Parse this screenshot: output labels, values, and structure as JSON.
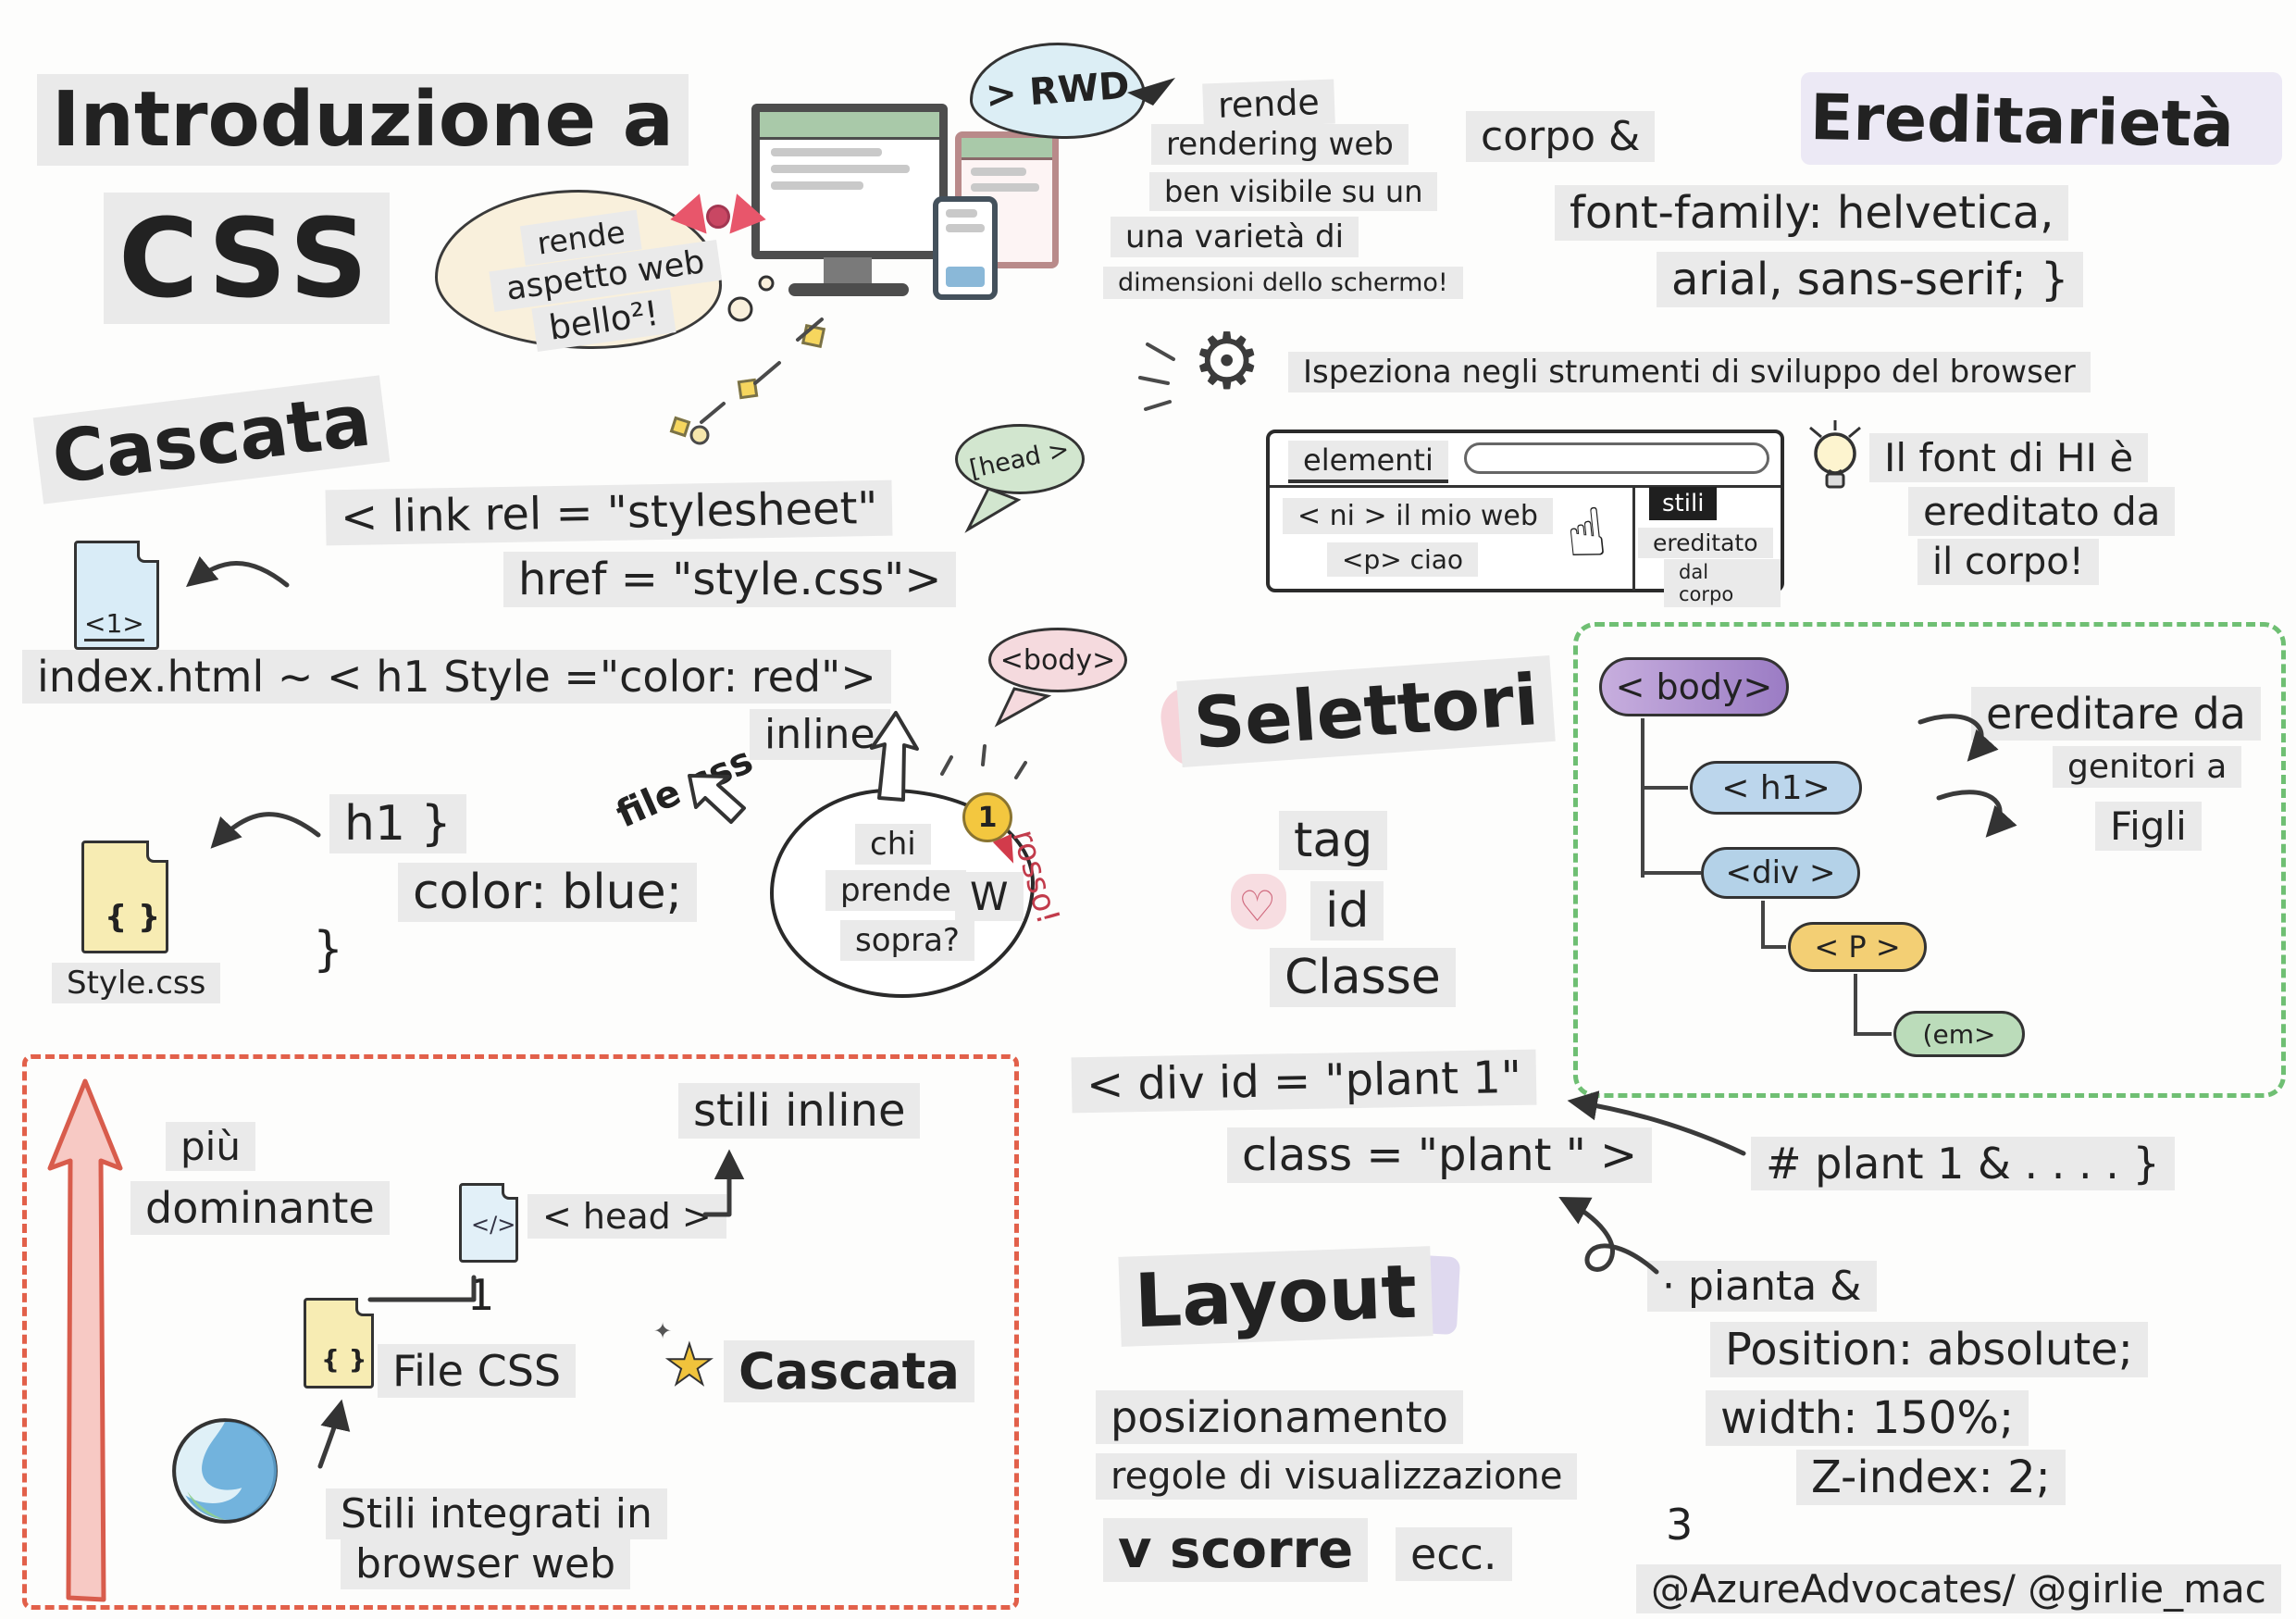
{
  "icons": {
    "gear": "⚙",
    "hand": "☝",
    "heart": "♡",
    "star": "★",
    "sparkle": "✦"
  },
  "header": {
    "title_line1": "Introduzione a",
    "title_line2": "CSS"
  },
  "appearance_cloud": {
    "lines": [
      "rende",
      "aspetto web",
      "bello²!"
    ]
  },
  "rwd": {
    "bubble": "> RWD",
    "lines": [
      "rende",
      "rendering web",
      "ben visibile su un",
      "una varietà di",
      "dimensioni dello schermo!"
    ]
  },
  "inheritance": {
    "title": "Ereditarietà",
    "corpo": "corpo &",
    "code1": "font-family: helvetica,",
    "code2": "arial, sans-serif; }",
    "inspect": "Ispeziona negli strumenti di sviluppo del browser",
    "devtools": {
      "tab_elements": "elementi",
      "code_line1": "< ni > il mio web",
      "code_line2": "<p> ciao",
      "tab_styles": "stili",
      "inherited_line1": "ereditato",
      "inherited_line2": "dal corpo"
    },
    "tip": [
      "Il font di HI è",
      "ereditato da",
      "il corpo!"
    ]
  },
  "cascade": {
    "title": "Cascata",
    "head_bubble": "[head >",
    "body_bubble": "<body>",
    "link_code1": "< link rel = \"stylesheet\"",
    "link_code2": "href = \"style.css\">",
    "html_doc_label": "<1>",
    "index_code": "index.html ~ < h1 Style =\"color: red\">",
    "inline_label": "inline",
    "filecss_label": "file css",
    "question": [
      "chi",
      "prende",
      "sopra?"
    ],
    "w": "W",
    "medal": "1",
    "rosso": "rosso!",
    "css_code1": "h1 }",
    "css_code2": "color: blue;",
    "css_code3": "}",
    "css_file_icon": "{ }",
    "css_file_name": "Style.css"
  },
  "selectors": {
    "title": "Selettori",
    "tag": "tag",
    "id": "id",
    "classe": "Classe",
    "div_code1": "< div id = \"plant 1\"",
    "div_code2": "class = \"plant \" >",
    "css_rule": "# plant 1 & . . . . }"
  },
  "tree": {
    "caption": [
      "ereditare da",
      "genitori a",
      "Figli"
    ],
    "nodes": [
      "< body>",
      "< h1>",
      "<div >",
      "< P >",
      "(em>"
    ]
  },
  "dominance": {
    "piu": "più",
    "dominante": "dominante",
    "stili_inline": "stili inline",
    "head_doc": "</>",
    "head_label": "< head >",
    "one": "1",
    "css_file_icon": "{ }",
    "file_css": "File CSS",
    "cascata": "Cascata",
    "integrated1": "Stili integrati in",
    "integrated2": "browser web"
  },
  "layout": {
    "title": "Layout",
    "line1": "posizionamento",
    "line2": "regole di visualizzazione",
    "line3": "v scorre",
    "ecc": "ecc.",
    "pianta": "· pianta &",
    "code1": "Position: absolute;",
    "code2": "width: 150%;",
    "code3": "Z-index: 2;",
    "code4": "3"
  },
  "credit": "@AzureAdvocates/ @girlie_mac"
}
